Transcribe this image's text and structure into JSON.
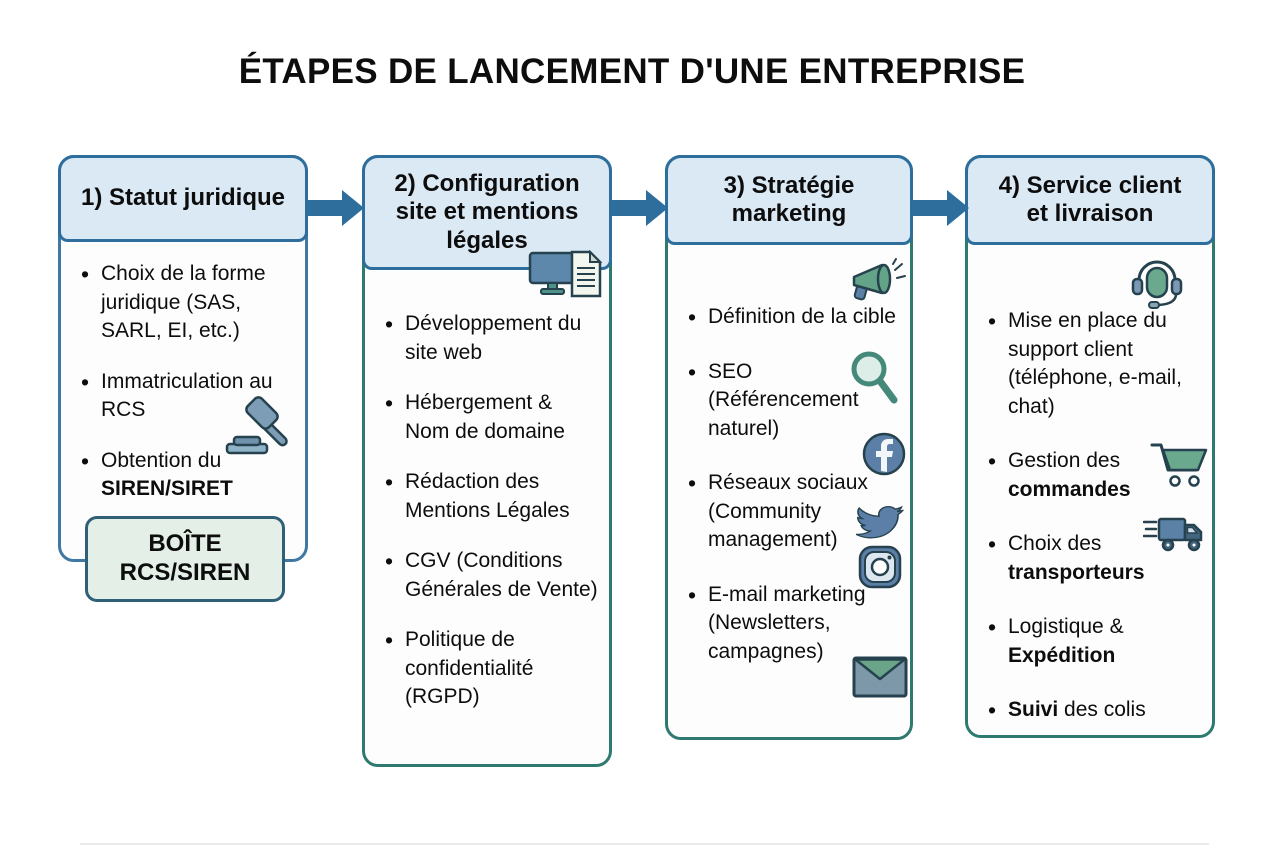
{
  "title": "ÉTAPES DE LANCEMENT D'UNE ENTREPRISE",
  "cards": [
    {
      "header": "1) Statut juridique",
      "items": [
        {
          "t1": "Choix de la forme juridique (SAS, SARL, EI, etc.)"
        },
        {
          "t1": "Immatriculation au RCS"
        },
        {
          "t1": "Obtention du ",
          "b1": "SIREN/SIRET"
        }
      ],
      "box": {
        "line1": "BOÎTE",
        "line2": "RCS/SIREN"
      },
      "icons": [
        "gavel-icon"
      ]
    },
    {
      "header": "2) Configuration site et mentions légales",
      "items": [
        {
          "t1": "Développement du site web"
        },
        {
          "t1": "Hébergement & Nom de domaine"
        },
        {
          "t1": "Rédaction des Mentions Légales"
        },
        {
          "t1": "CGV (Conditions Générales de Vente)"
        },
        {
          "t1": "Politique de confidentialité (RGPD)"
        }
      ],
      "icons": [
        "computer-document-icon"
      ]
    },
    {
      "header": "3) Stratégie marketing",
      "items": [
        {
          "t1": "Définition de la cible"
        },
        {
          "t1": "SEO (Référencement naturel)"
        },
        {
          "t1": "Réseaux sociaux (Community management)"
        },
        {
          "t1": "E-mail marketing (Newsletters, campagnes)"
        }
      ],
      "icons": [
        "megaphone-icon",
        "magnifier-icon",
        "facebook-icon",
        "twitter-icon",
        "instagram-icon",
        "envelope-icon"
      ]
    },
    {
      "header": "4) Service client et livraison",
      "items": [
        {
          "t1": "Mise en place du support client (téléphone, e-mail, chat)"
        },
        {
          "t1": "Gestion des ",
          "b1": "commandes"
        },
        {
          "t1": "Choix des ",
          "b1": "transporteurs"
        },
        {
          "t1": "Logistique & ",
          "b1": "Expédition"
        },
        {
          "b1": "Suivi",
          "t2": " des colis"
        }
      ],
      "icons": [
        "headset-icon",
        "shopping-cart-icon",
        "delivery-truck-icon"
      ]
    }
  ],
  "colors": {
    "arrow": "#2d6e9c",
    "header_bg": "#dbe9f5",
    "header_border": "#2d6e9c",
    "card_border_blue": "#3e78a3",
    "card_border_teal": "#2f7a70",
    "box_bg": "#e3efe7",
    "box_border": "#2f6078",
    "icon_green": "#6aa98d",
    "icon_blue": "#5b7fa6",
    "text": "#111111"
  }
}
